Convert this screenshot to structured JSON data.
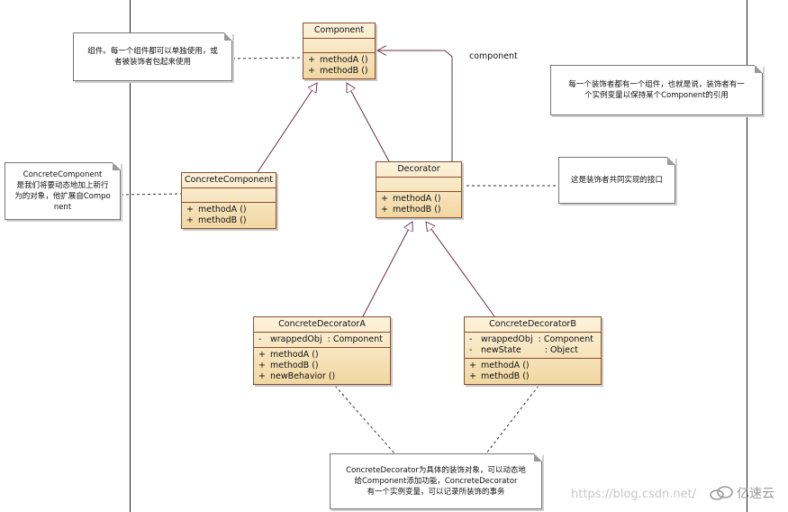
{
  "classes": {
    "component": {
      "name": "Component",
      "methods": [
        {
          "vis": "+",
          "name": "methodA ()"
        },
        {
          "vis": "+",
          "name": "methodB ()"
        }
      ]
    },
    "concrete_component": {
      "name": "ConcreteComponent",
      "methods": [
        {
          "vis": "+",
          "name": "methodA ()"
        },
        {
          "vis": "+",
          "name": "methodB ()"
        }
      ]
    },
    "decorator": {
      "name": "Decorator",
      "methods": [
        {
          "vis": "+",
          "name": "methodA ()"
        },
        {
          "vis": "+",
          "name": "methodB ()"
        }
      ]
    },
    "decorator_a": {
      "name": "ConcreteDecoratorA",
      "attributes": [
        {
          "vis": "-",
          "name": "wrappedObj",
          "type": ": Component"
        }
      ],
      "methods": [
        {
          "vis": "+",
          "name": "methodA ()"
        },
        {
          "vis": "+",
          "name": "methodB ()"
        },
        {
          "vis": "+",
          "name": "newBehavior ()"
        }
      ]
    },
    "decorator_b": {
      "name": "ConcreteDecoratorB",
      "attributes": [
        {
          "vis": "-",
          "name": "wrappedObj",
          "type": ": Component"
        },
        {
          "vis": "-",
          "name": "newState",
          "type": ": Object"
        }
      ],
      "methods": [
        {
          "vis": "+",
          "name": "methodA ()"
        },
        {
          "vis": "+",
          "name": "methodB ()"
        }
      ]
    }
  },
  "association_label": "component",
  "notes": {
    "component_note": "组件。每一个组件都可以单独使用，或\n者被装饰者包起来使用",
    "concrete_component_note": "ConcreteComponent\n是我们将要动态地加上新行\n为的对象，他扩展自Compo\nnent",
    "decorator_has_component": "每一个装饰者都有一个组件，也就是说，装饰者有一\n个实例变量以保持某个Component的引用",
    "decorator_interface": "这是装饰者共同实现的接口",
    "concrete_decorator_note": "ConcreteDecorator为具体的装饰对象，可以动态地\n给Component添加功能，ConcreteDecorator\n有一个实例变量，可以记录所装饰的事务"
  },
  "watermark": "https://blog.csdn.net/",
  "logo_text": "亿速云",
  "colors": {
    "class_border": "#8a4e2f",
    "class_fill_top": "#fdf3dc",
    "class_fill_bottom": "#f1d7a2",
    "relation_line": "#6b2d4a"
  }
}
